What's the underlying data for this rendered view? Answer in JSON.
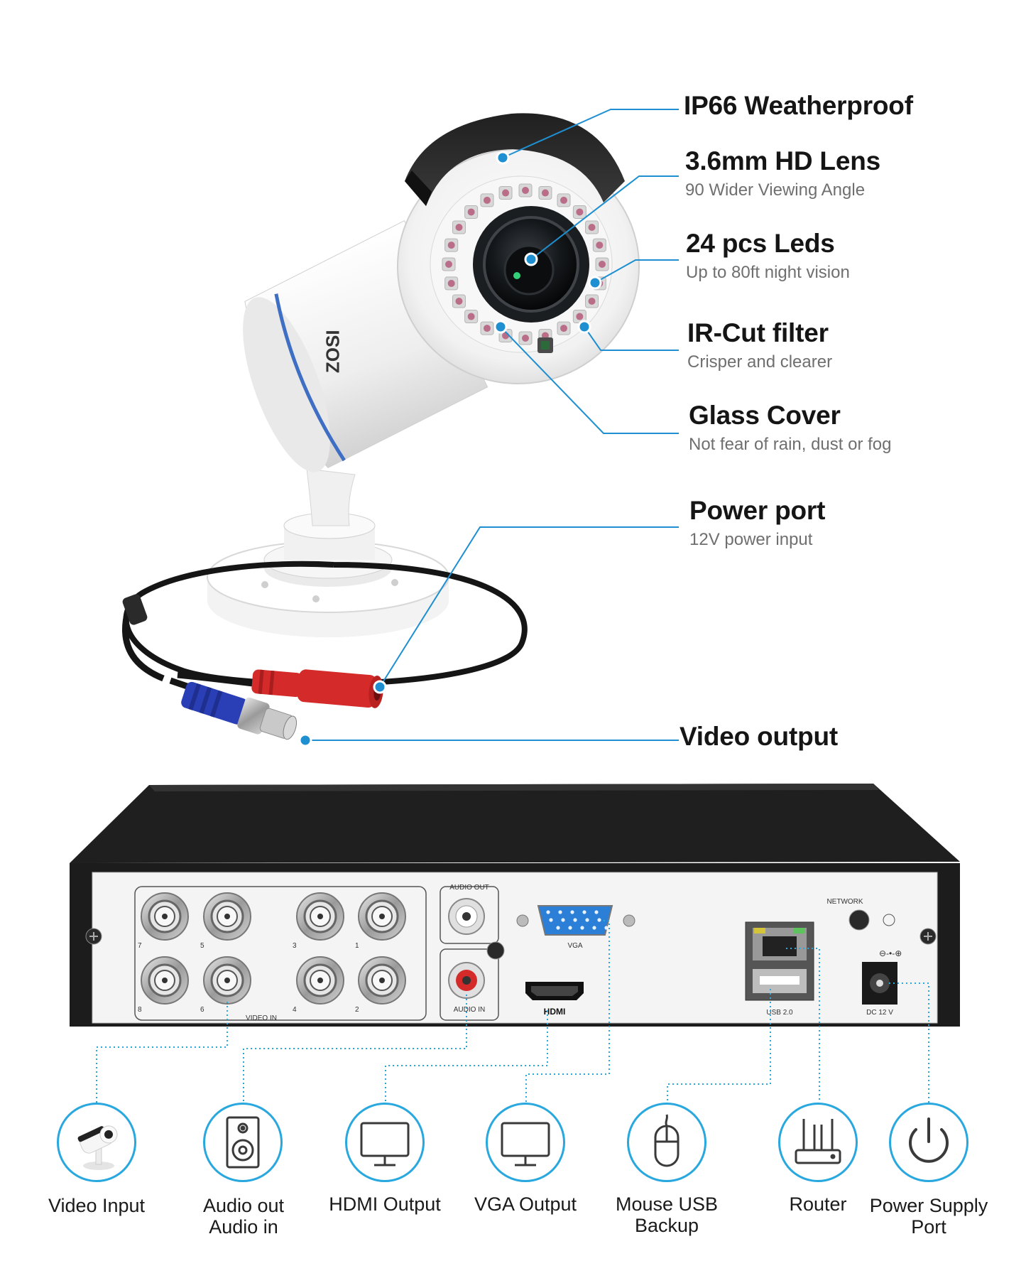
{
  "camera": {
    "brand": "ZOSI",
    "features": [
      {
        "title": "IP66 Weatherproof",
        "subtitle": ""
      },
      {
        "title": "3.6mm HD Lens",
        "subtitle": "90 Wider Viewing Angle"
      },
      {
        "title": "24 pcs Leds",
        "subtitle": "Up to 80ft night vision"
      },
      {
        "title": "IR-Cut filter",
        "subtitle": "Crisper and clearer"
      },
      {
        "title": "Glass Cover",
        "subtitle": "Not fear of rain, dust or fog"
      },
      {
        "title": "Power port",
        "subtitle": "12V power input"
      },
      {
        "title": "Video output",
        "subtitle": ""
      }
    ]
  },
  "dvr": {
    "panel_labels": {
      "audio_out": "AUDIO OUT",
      "audio_in": "AUDIO IN",
      "vga": "VGA",
      "hdmi": "HDMI",
      "network": "NETWORK",
      "usb": "USB 2.0",
      "dc": "DC 12 V",
      "video_in": "VIDEO IN",
      "bnc_numbers": [
        "7",
        "5",
        "3",
        "1",
        "8",
        "6",
        "4",
        "2"
      ]
    }
  },
  "ports": [
    {
      "line1": "Video Input",
      "line2": "",
      "icon": "camera-icon"
    },
    {
      "line1": "Audio out",
      "line2": "Audio in",
      "icon": "speaker-icon"
    },
    {
      "line1": "HDMI Output",
      "line2": "",
      "icon": "monitor-icon"
    },
    {
      "line1": "VGA Output",
      "line2": "",
      "icon": "monitor-icon"
    },
    {
      "line1": "Mouse USB",
      "line2": "Backup",
      "icon": "mouse-icon"
    },
    {
      "line1": "Router",
      "line2": "",
      "icon": "router-icon"
    },
    {
      "line1": "Power Supply",
      "line2": "Port",
      "icon": "power-icon"
    }
  ],
  "colors": {
    "accent": "#28a8de",
    "callout_line": "#1e8fd0",
    "dvr_body": "#1c1c1c",
    "panel": "#f4f4f4",
    "cable_red": "#d42a2a",
    "cable_blue": "#2a3fb5"
  }
}
